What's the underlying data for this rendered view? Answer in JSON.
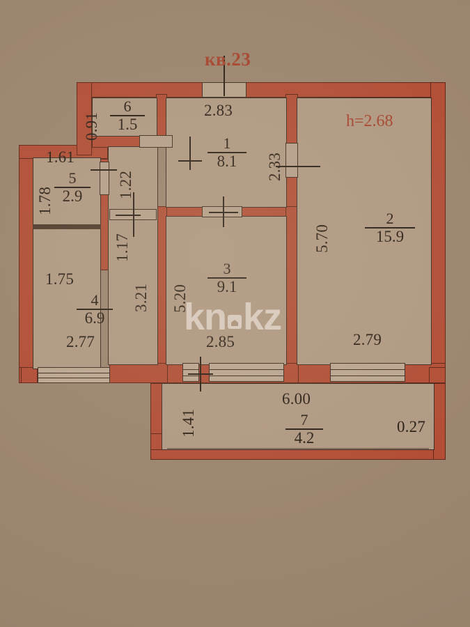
{
  "document": {
    "type": "apartment-floor-plan",
    "apartment_label": "кв.23",
    "ceiling_height_label": "h=2.68",
    "watermark": {
      "text_left": "kn",
      "text_right": "kz",
      "dot_icon": "house-icon"
    },
    "colors": {
      "wall": "#b44b33",
      "wall_outline": "#5d2113",
      "room_fill": "#b39c86",
      "background": "#9d8670",
      "text": "#241a12",
      "accent_red": "#a8422c"
    }
  },
  "rooms": [
    {
      "id": "room-1",
      "number": "1",
      "area": "8.1",
      "name": "room-1-hall"
    },
    {
      "id": "room-2",
      "number": "2",
      "area": "15.9",
      "name": "room-2-living"
    },
    {
      "id": "room-3",
      "number": "3",
      "area": "9.1",
      "name": "room-3-bedroom"
    },
    {
      "id": "room-4",
      "number": "4",
      "area": "6.9",
      "name": "room-4-kitchen"
    },
    {
      "id": "room-5",
      "number": "5",
      "area": "2.9",
      "name": "room-5-bathroom"
    },
    {
      "id": "room-6",
      "number": "6",
      "area": "1.5",
      "name": "room-6-wc"
    },
    {
      "id": "room-7",
      "number": "7",
      "area": "4.2",
      "name": "room-7-balcony"
    }
  ],
  "dimensions": {
    "room6_left": "0.91",
    "room1_top": "2.83",
    "room1_right": "2.33",
    "room5_top": "1.61",
    "room5_left": "1.78",
    "corridor_upper": "1.22",
    "corridor_lower": "1.17",
    "room4_top": "1.75",
    "room4_bottom": "2.77",
    "room4_right": "3.21",
    "room3_left": "5.20",
    "room3_bottom": "2.85",
    "room2_left": "5.70",
    "room2_bottom": "2.79",
    "balcony_left": "1.41",
    "balcony_top": "6.00",
    "balcony_right": "0.27"
  }
}
